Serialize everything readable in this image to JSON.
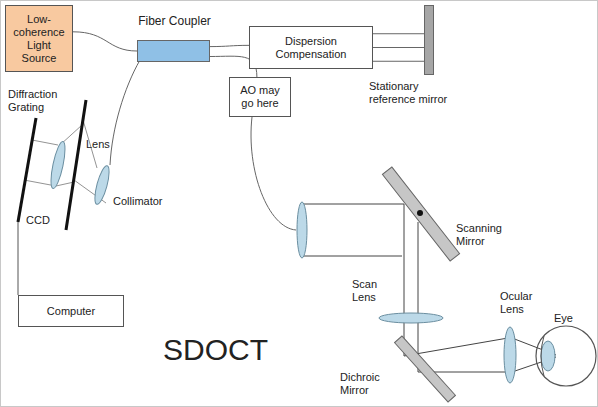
{
  "diagram": {
    "nodes": [
      {
        "text": [
          "Low-coherence Light Source"
        ]
      },
      {
        "text": [
          "Fiber Coupler"
        ]
      },
      {
        "text": [
          "Dispersion Compensation"
        ]
      },
      {
        "text": [
          "Stationary reference mirror"
        ]
      },
      {
        "text": [
          "AO may go here"
        ]
      },
      {
        "text": [
          "Computer"
        ]
      }
    ],
    "edges": [
      {
        "from": 0,
        "to": 1,
        "arrow": "none"
      },
      {
        "from": 1,
        "to": 2,
        "arrow": "none"
      },
      {
        "from": 2,
        "to": 3,
        "arrow": "none"
      },
      {
        "from": 1,
        "to": 4,
        "arrow": "none"
      }
    ],
    "labels": [
      "Diffraction Grating",
      "Lens",
      "Collimator",
      "CCD",
      "Scanning Mirror",
      "Scan Lens",
      "Ocular Lens",
      "Eye",
      "Dichroic Mirror",
      "SDOCT"
    ]
  }
}
